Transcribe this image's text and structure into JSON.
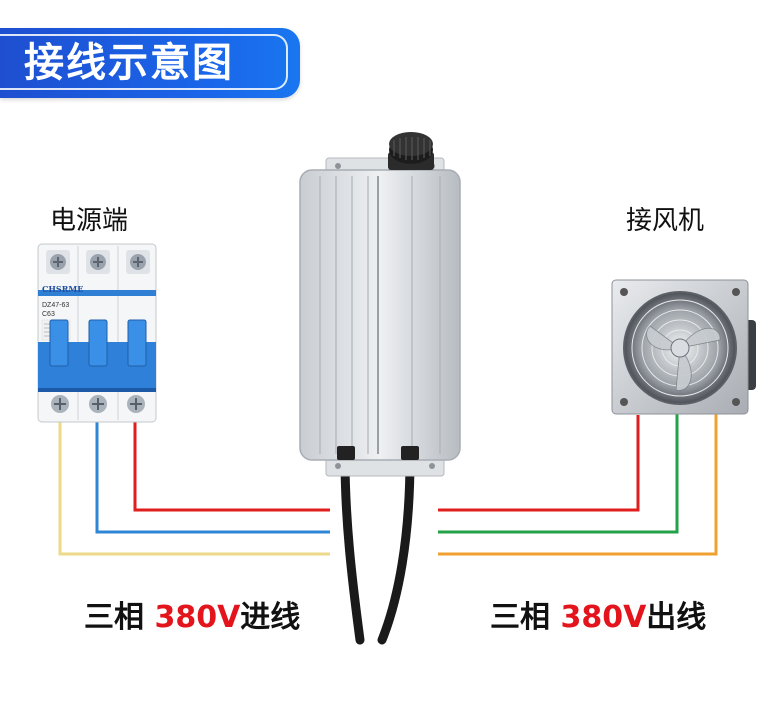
{
  "title": "接线示意图",
  "power_label": "电源端",
  "fan_label": "接风机",
  "breaker": {
    "brand": "CHSRME",
    "model": "DZ47-63",
    "rating": "C63"
  },
  "input_caption": {
    "prefix": "三相 ",
    "voltage": "380V",
    "suffix": "进线"
  },
  "output_caption": {
    "prefix": "三相 ",
    "voltage": "380V",
    "suffix": "出线"
  },
  "colors": {
    "title_blue": "#1a5fe6",
    "wire_red": "#e01e1e",
    "wire_blue": "#2f86d6",
    "wire_yellow": "#ecd98a",
    "wire_green": "#24a24a",
    "wire_orange": "#f0a030",
    "text_red": "#e3141b"
  }
}
